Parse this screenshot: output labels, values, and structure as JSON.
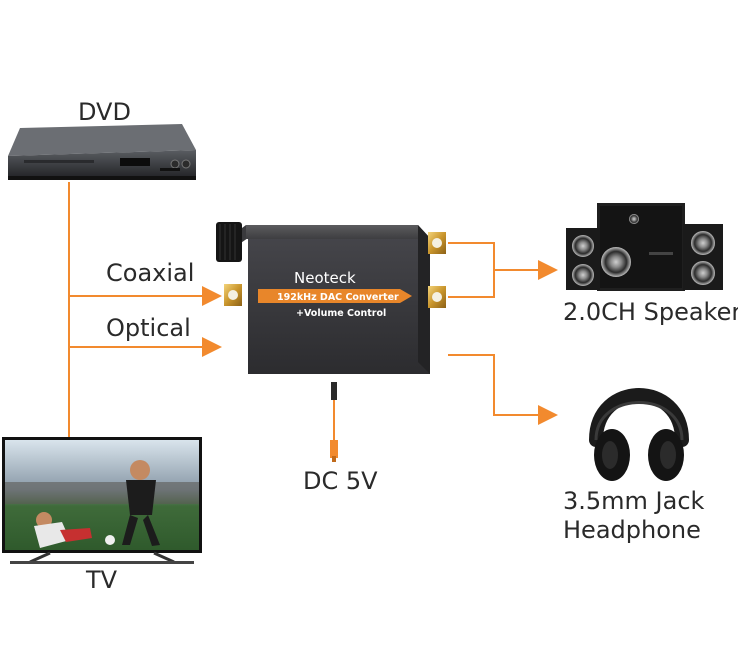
{
  "labels": {
    "dvd": "DVD",
    "tv": "TV",
    "coaxial": "Coaxial",
    "optical": "Optical",
    "dc": "DC 5V",
    "speaker": "2.0CH Speaker",
    "headphone_line1": "3.5mm Jack",
    "headphone_line2": "Headphone"
  },
  "device": {
    "brand": "Neoteck",
    "title": "192kHz DAC Converter",
    "subtitle": "+Volume Control"
  },
  "colors": {
    "line": "#f28a2e",
    "device_body": "#3b3b3d",
    "device_top": "#4a4a4c",
    "gold": "#d7a93a",
    "text": "#2a2a2a"
  },
  "icons": [
    "dvd-player-icon",
    "tv-icon",
    "dac-converter-icon",
    "speaker-icon",
    "headphone-icon",
    "usb-cable-icon"
  ]
}
